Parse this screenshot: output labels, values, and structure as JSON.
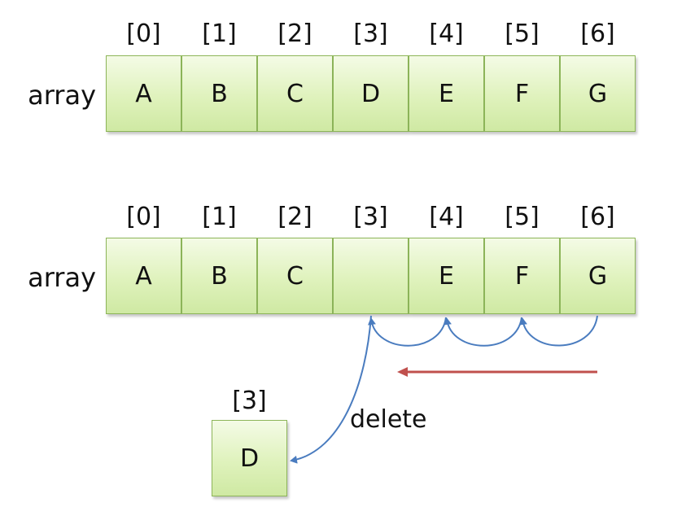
{
  "indices": [
    "[0]",
    "[1]",
    "[2]",
    "[3]",
    "[4]",
    "[5]",
    "[6]"
  ],
  "array_label": "array",
  "top_array": {
    "cells": [
      "A",
      "B",
      "C",
      "D",
      "E",
      "F",
      "G"
    ]
  },
  "bottom_array": {
    "cells": [
      "A",
      "B",
      "C",
      "",
      "E",
      "F",
      "G"
    ]
  },
  "removed": {
    "index": "[3]",
    "value": "D"
  },
  "delete_label": "delete",
  "colors": {
    "cell_border": "#8db559",
    "shift_arrows": "#4a7cbf",
    "direction_arrow": "#c0504d"
  }
}
